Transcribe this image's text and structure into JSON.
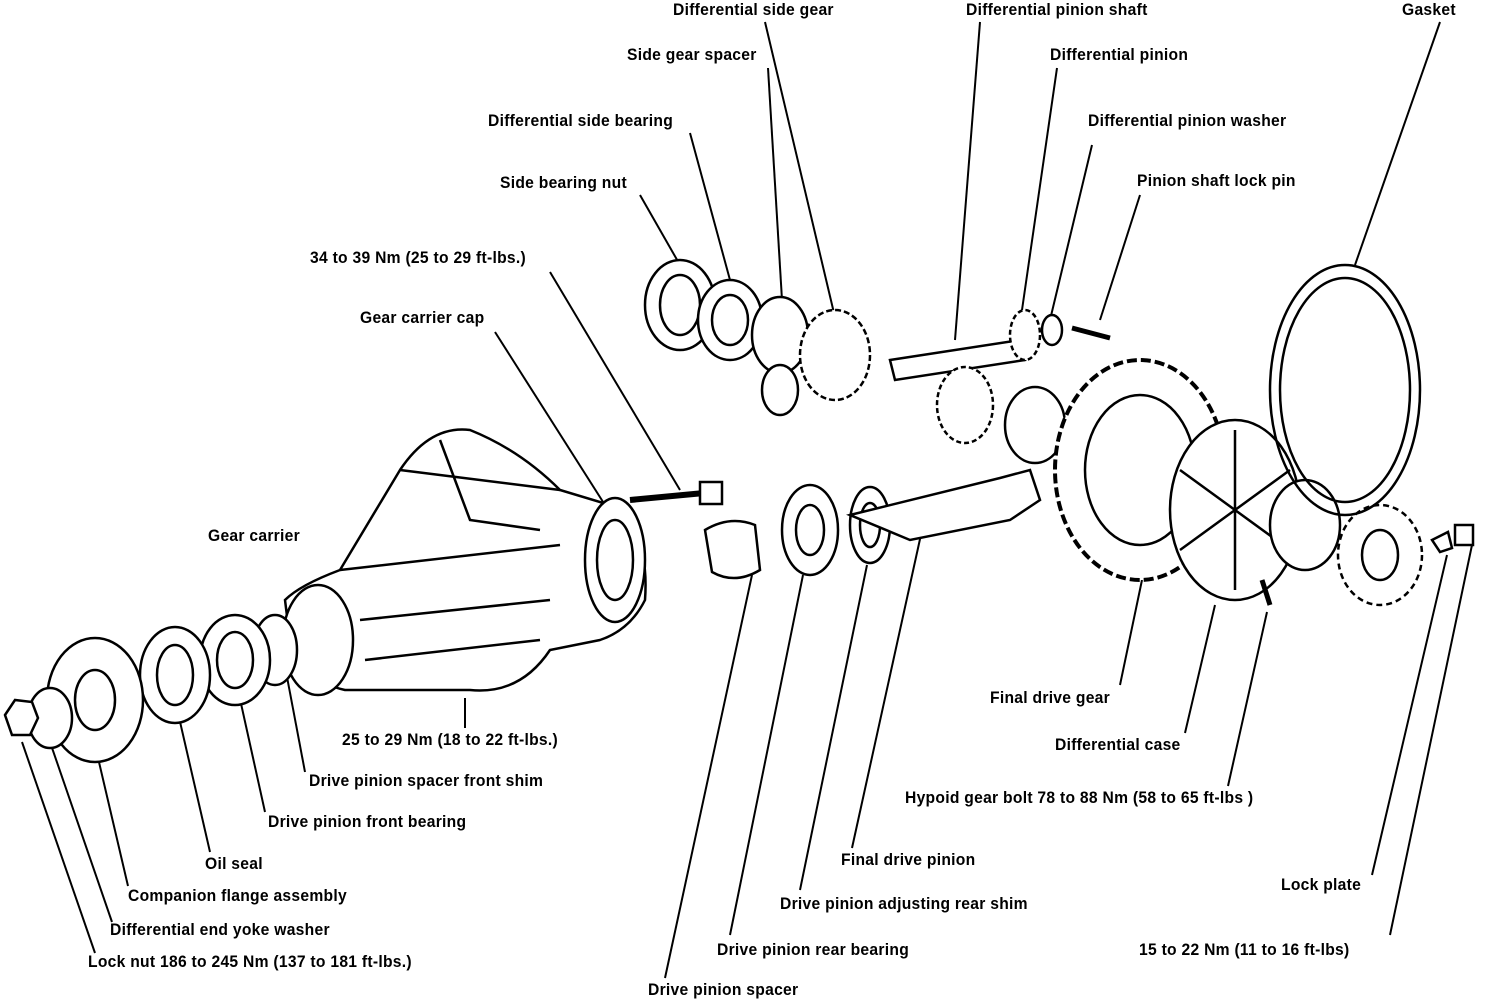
{
  "labels": [
    "Differential side gear",
    "Differential pinion shaft",
    "Gasket",
    "Side gear spacer",
    "Differential pinion",
    "Differential side bearing",
    "Differential pinion washer",
    "Side bearing nut",
    "Pinion shaft lock pin",
    "34 to 39 Nm (25 to 29 ft-lbs.)",
    "Gear carrier cap",
    "Gear carrier",
    "25 to 29 Nm (18 to 22 ft-lbs.)",
    "Drive pinion spacer front shim",
    "Drive pinion front bearing",
    "Oil seal",
    "Companion flange assembly",
    "Differential end yoke washer",
    "Lock nut 186 to 245 Nm (137 to 181 ft-lbs.)",
    "Final drive gear",
    "Differential case",
    "Hypoid gear bolt 78 to 88 Nm (58 to 65 ft-lbs )",
    "Final drive pinion",
    "Drive pinion adjusting rear shim",
    "Drive pinion rear bearing",
    "Drive pinion spacer",
    "Lock plate",
    "15 to 22 Nm (11 to 16 ft-lbs)"
  ]
}
